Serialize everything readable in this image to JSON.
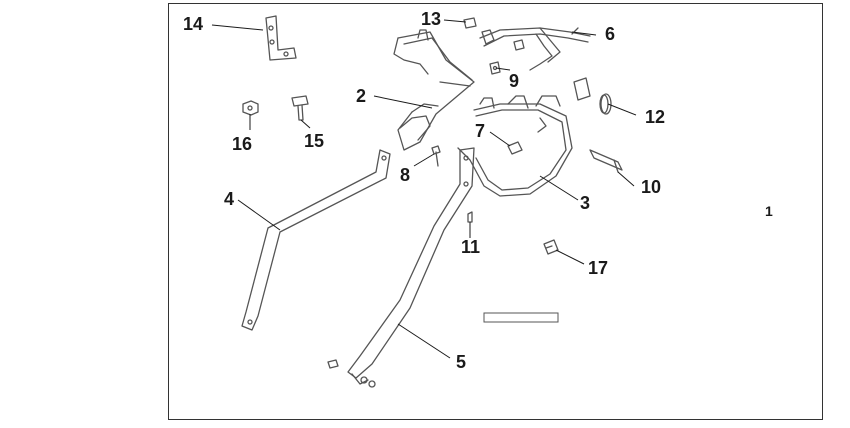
{
  "diagram": {
    "callouts": [
      {
        "id": "1",
        "label": "1"
      },
      {
        "id": "2",
        "label": "2"
      },
      {
        "id": "3",
        "label": "3"
      },
      {
        "id": "4",
        "label": "4"
      },
      {
        "id": "5",
        "label": "5"
      },
      {
        "id": "6",
        "label": "6"
      },
      {
        "id": "7",
        "label": "7"
      },
      {
        "id": "8",
        "label": "8"
      },
      {
        "id": "9",
        "label": "9"
      },
      {
        "id": "10",
        "label": "10"
      },
      {
        "id": "11",
        "label": "11"
      },
      {
        "id": "12",
        "label": "12"
      },
      {
        "id": "13",
        "label": "13"
      },
      {
        "id": "14",
        "label": "14"
      },
      {
        "id": "15",
        "label": "15"
      },
      {
        "id": "16",
        "label": "16"
      },
      {
        "id": "17",
        "label": "17"
      }
    ],
    "line_color": "#1a1a1a",
    "part_stroke": "#555555"
  }
}
